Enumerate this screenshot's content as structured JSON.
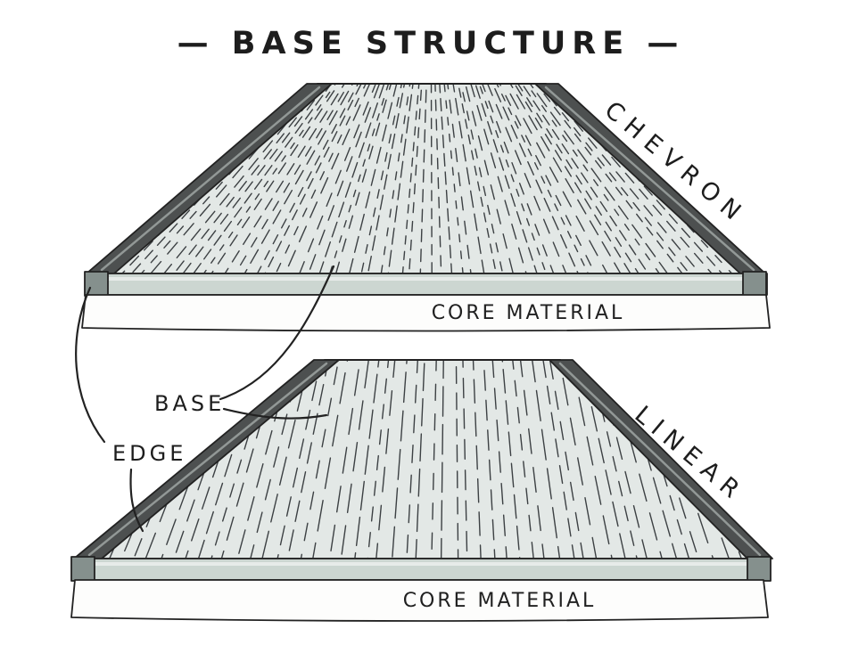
{
  "title": "— BASE STRUCTURE —",
  "panels": {
    "top": {
      "pattern_label": "CHEVRON",
      "core_label": "CORE MATERIAL"
    },
    "bottom": {
      "pattern_label": "LINEAR",
      "core_label": "CORE MATERIAL"
    }
  },
  "callouts": {
    "base": "BASE",
    "edge": "EDGE"
  },
  "colors": {
    "paper": "#ffffff",
    "ink": "#222222",
    "surface": "#e3e8e6",
    "base_band": "#ccd6d1",
    "edge_strip": "#4d5050",
    "corner_cap": "#85908d",
    "core_fill": "#fdfdfc",
    "grain_line": "#3c4043"
  }
}
